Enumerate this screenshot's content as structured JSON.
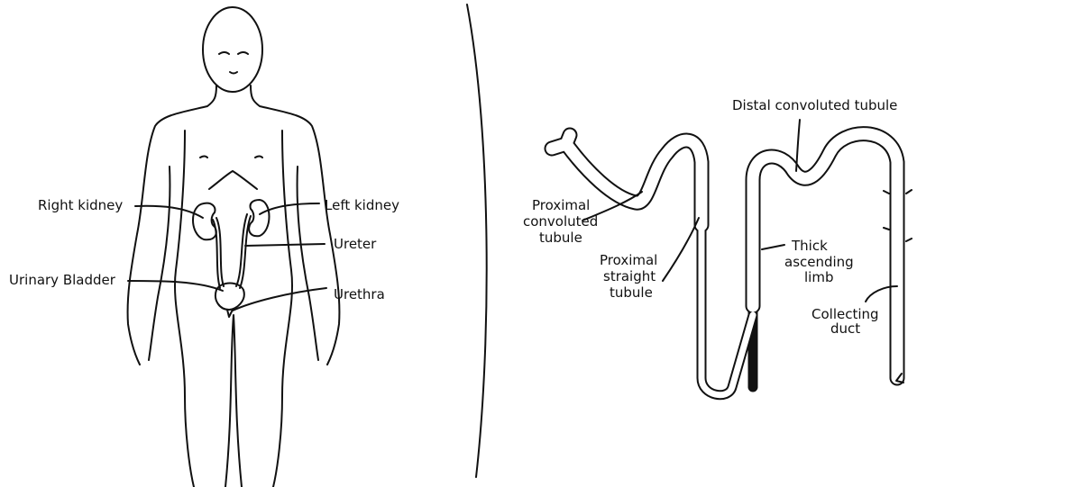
{
  "body_diagram": {
    "labels": {
      "right_kidney": "Right kidney",
      "left_kidney": "Left kidney",
      "ureter": "Ureter",
      "urinary_bladder": "Urinary Bladder",
      "urethra": "Urethra"
    }
  },
  "nephron_diagram": {
    "labels": {
      "distal": "Distal convoluted tubule",
      "pct": [
        "Proximal",
        "convoluted",
        "tubule"
      ],
      "pst": [
        "Proximal",
        "straight",
        "tubule"
      ],
      "tal": [
        "Thick",
        "ascending",
        "limb"
      ],
      "cd": [
        "Collecting",
        "duct"
      ]
    }
  }
}
